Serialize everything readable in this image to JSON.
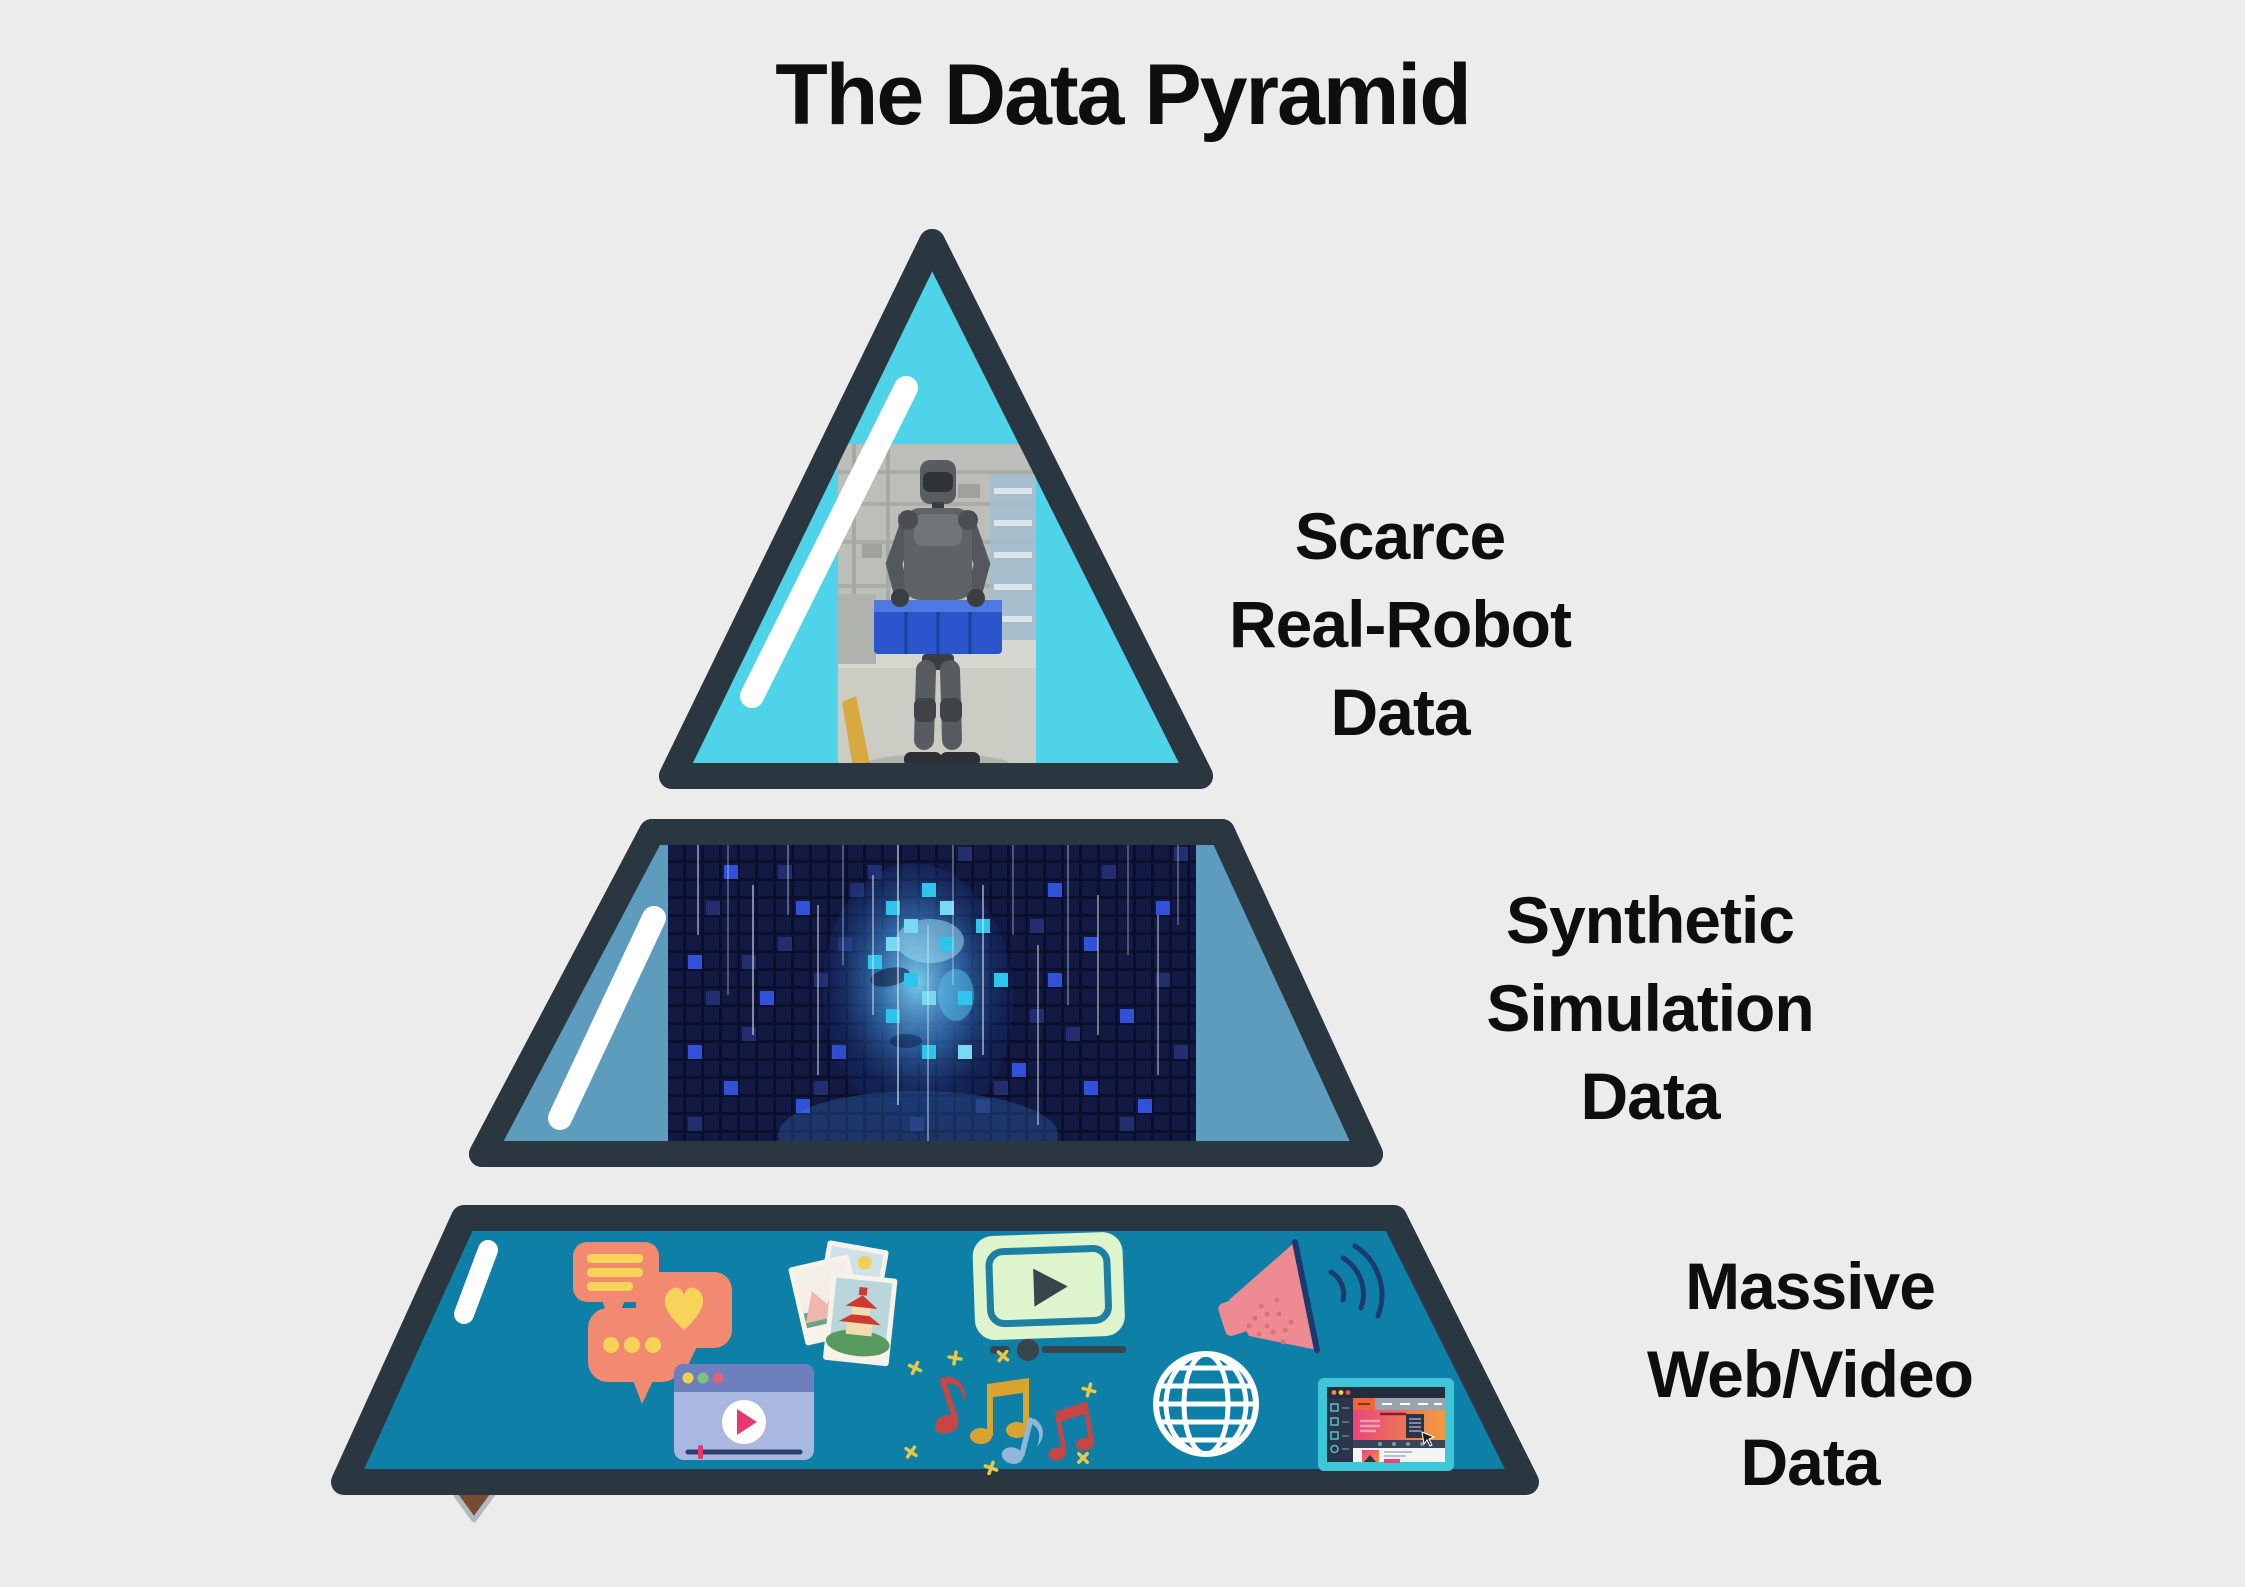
{
  "title": "The Data Pyramid",
  "colors": {
    "background": "#ececec",
    "border": "#2b3740",
    "label_text": "#0e0e0e",
    "shine": "#ffffff",
    "tier_top_fill": "#4fd3e8",
    "tier_middle_fill": "#5d9cbc",
    "tier_bottom_fill": "#0e7fa6",
    "icon_salmon": "#f18a70",
    "icon_yellow": "#f8d35a",
    "icon_pink": "#ee8b92",
    "icon_navy": "#1c3a6e",
    "icon_light_green": "#def4cd",
    "icon_teal_outline": "#1d7fa3",
    "icon_dark_slate": "#37464a",
    "icon_periwinkle": "#a9b8e0",
    "icon_periwinkle_dark": "#6d80bd",
    "icon_play_pink": "#e8396f",
    "icon_white": "#ffffff",
    "note_red": "#c64545",
    "note_yellow": "#d9a32e",
    "note_blue": "#8fb8d8",
    "site_cyan": "#3ec6d8",
    "site_orange": "#f0653e",
    "crate_blue": "#2b55cc"
  },
  "tiers": [
    {
      "id": "top",
      "label_lines": [
        "Scarce",
        "Real-Robot",
        "Data"
      ],
      "image": "humanoid-robot-warehouse-photo"
    },
    {
      "id": "middle",
      "label_lines": [
        "Synthetic",
        "Simulation",
        "Data"
      ],
      "image": "digital-ai-face-code-image"
    },
    {
      "id": "bottom",
      "label_lines": [
        "Massive",
        "Web/Video",
        "Data"
      ],
      "icons": [
        "chat-bubbles",
        "photo-stack",
        "video-player",
        "megaphone",
        "browser-video-player",
        "music-notes",
        "globe",
        "website-window"
      ]
    }
  ]
}
